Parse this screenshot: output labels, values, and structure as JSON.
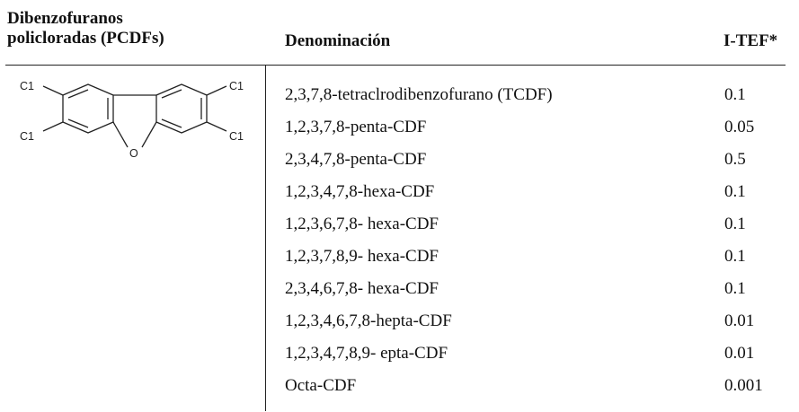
{
  "table": {
    "headers": {
      "col1_line1": "Dibenzofuranos",
      "col1_line2": "policloradas (PCDFs)",
      "col2": "Denominación",
      "col3": "I-TEF*"
    },
    "structure_labels": {
      "tl": "C1",
      "tr": "C1",
      "bl": "C1",
      "br": "C1",
      "o": "O"
    },
    "rows": [
      {
        "name": "2,3,7,8-tetraclrodibenzofurano (TCDF)",
        "tef": "0.1"
      },
      {
        "name": "1,2,3,7,8-penta-CDF",
        "tef": "0.05"
      },
      {
        "name": "2,3,4,7,8-penta-CDF",
        "tef": "0.5"
      },
      {
        "name": "1,2,3,4,7,8-hexa-CDF",
        "tef": "0.1"
      },
      {
        "name": "1,2,3,6,7,8- hexa-CDF",
        "tef": "0.1"
      },
      {
        "name": "1,2,3,7,8,9- hexa-CDF",
        "tef": "0.1"
      },
      {
        "name": "2,3,4,6,7,8- hexa-CDF",
        "tef": "0.1"
      },
      {
        "name": "1,2,3,4,6,7,8-hepta-CDF",
        "tef": "0.01"
      },
      {
        "name": "1,2,3,4,7,8,9- epta-CDF",
        "tef": "0.01"
      },
      {
        "name": "Octa-CDF",
        "tef": "0.001"
      }
    ]
  }
}
